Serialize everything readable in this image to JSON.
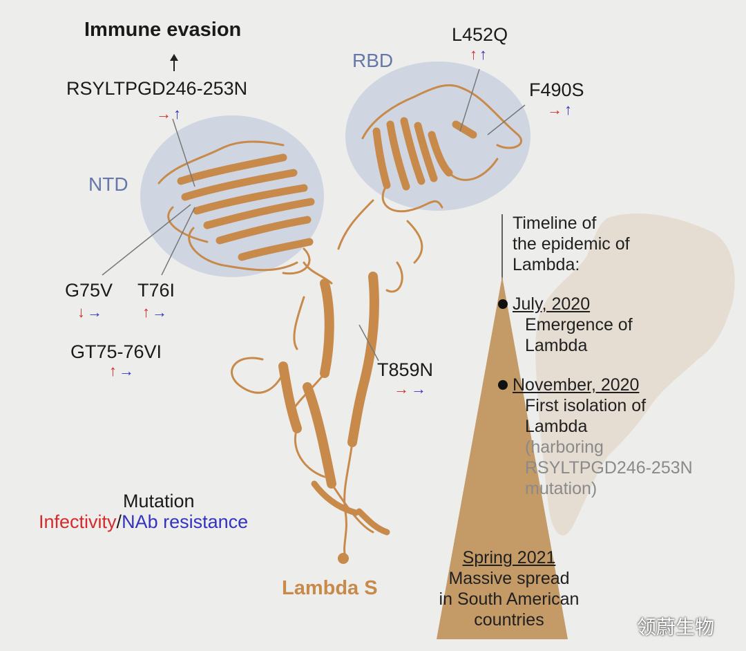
{
  "heading": "Immune evasion",
  "regions": {
    "ntd": "NTD",
    "rbd": "RBD"
  },
  "protein_label": "Lambda S",
  "mutations": {
    "rsyltpgd": {
      "name": "RSYLTPGD246-253N",
      "arrows": [
        "right-red",
        "up-blue"
      ]
    },
    "l452q": {
      "name": "L452Q",
      "arrows": [
        "up-red",
        "up-blue"
      ]
    },
    "f490s": {
      "name": "F490S",
      "arrows": [
        "right-red",
        "up-blue"
      ]
    },
    "g75v": {
      "name": "G75V",
      "arrows": [
        "down-red",
        "right-blue"
      ]
    },
    "t76i": {
      "name": "T76I",
      "arrows": [
        "up-red",
        "right-blue"
      ]
    },
    "gt75": {
      "name": "GT75-76VI",
      "arrows": [
        "up-red",
        "right-blue"
      ]
    },
    "t859n": {
      "name": "T859N",
      "arrows": [
        "right-red",
        "right-blue"
      ]
    }
  },
  "legend": {
    "title": "Mutation",
    "infectivity": "Infectivity",
    "separator": "/",
    "nab": "NAb resistance"
  },
  "timeline": {
    "title_lines": [
      "Timeline of",
      "the epidemic of",
      "Lambda:"
    ],
    "events": [
      {
        "date": "July, 2020",
        "lines": [
          "Emergence of",
          "Lambda"
        ]
      },
      {
        "date": "November, 2020",
        "lines": [
          "First isolation of",
          "Lambda"
        ],
        "note_lines": [
          "(harboring",
          "RSYLTPGD246-253N",
          "mutation)"
        ]
      }
    ],
    "spring": {
      "date": "Spring 2021",
      "lines": [
        "Massive spread",
        "in South American",
        "countries"
      ]
    }
  },
  "watermark": "领蔚生物",
  "colors": {
    "protein": "#c88a4a",
    "region_circle": "#cfd6e2",
    "region_text": "#6677a8",
    "red_arrow": "#d42c2c",
    "blue_arrow": "#3333c0",
    "cone": "#c49a67",
    "map": "#e7ddd2"
  }
}
